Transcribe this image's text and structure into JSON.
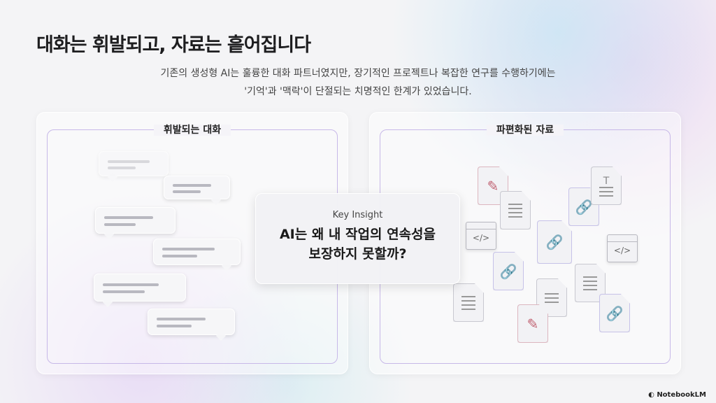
{
  "title": "대화는 휘발되고, 자료는 흩어집니다",
  "subtitle": [
    "기존의 생성형 AI는 훌륭한 대화 파트너였지만, 장기적인 프로젝트나 복잡한 연구를 수행하기에는",
    "'기억'과 '맥락'이 단절되는 치명적인 한계가 있었습니다."
  ],
  "left_panel": {
    "title": "휘발되는 대화"
  },
  "right_panel": {
    "title": "파편화된 자료"
  },
  "insight": {
    "label": "Key Insight",
    "question_line1": "AI는 왜 내 작업의 연속성을",
    "question_line2": "보장하지 못할까?"
  },
  "brand": "NotebookLM",
  "icons": {
    "pdf": "✎",
    "link": "🔗",
    "text": "T",
    "code": "</>"
  }
}
